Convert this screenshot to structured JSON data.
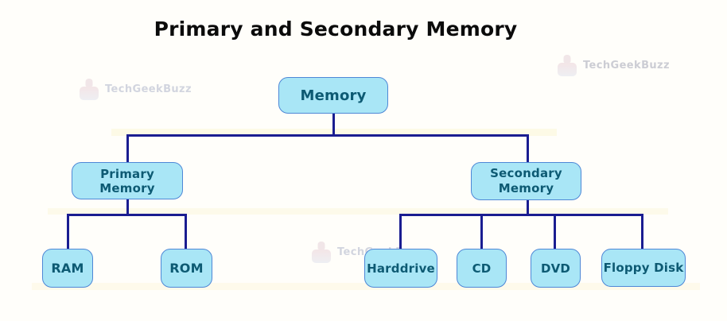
{
  "title": "Primary and Secondary Memory",
  "watermark": {
    "label": "TechGeekBuzz",
    "icon": "robot-mascot-icon"
  },
  "hierarchy": {
    "label": "Memory",
    "children": [
      {
        "label": "Primary Memory",
        "children": [
          {
            "label": "RAM"
          },
          {
            "label": "ROM"
          }
        ]
      },
      {
        "label": "Secondary Memory",
        "children": [
          {
            "label": "Harddrive"
          },
          {
            "label": "CD"
          },
          {
            "label": "DVD"
          },
          {
            "label": "Floppy Disk"
          }
        ]
      }
    ]
  },
  "edges": [
    [
      "Memory",
      "Primary Memory"
    ],
    [
      "Memory",
      "Secondary Memory"
    ],
    [
      "Primary Memory",
      "RAM"
    ],
    [
      "Primary Memory",
      "ROM"
    ],
    [
      "Secondary Memory",
      "Harddrive"
    ],
    [
      "Secondary Memory",
      "CD"
    ],
    [
      "Secondary Memory",
      "DVD"
    ],
    [
      "Secondary Memory",
      "Floppy Disk"
    ]
  ],
  "colors": {
    "node_fill": "#a9e6f6",
    "node_border": "#4e87d6",
    "node_text": "#0d5a73",
    "connector": "#1a1d91",
    "title_text": "#0b0b0b",
    "background": "#fffefa",
    "watermark_text": "#d2d5df"
  }
}
